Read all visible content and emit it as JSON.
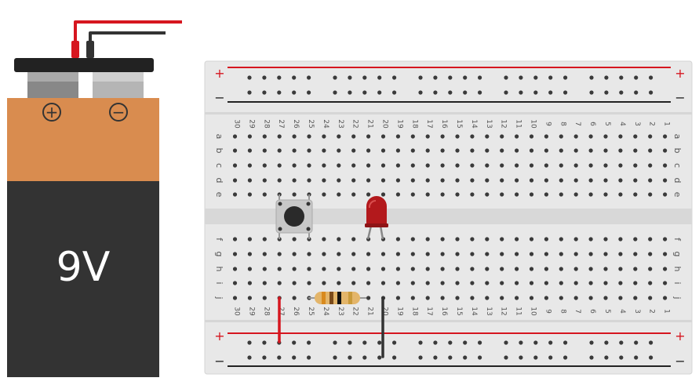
{
  "battery": {
    "voltage_label": "9V",
    "plus_symbol": "+",
    "minus_symbol": "−",
    "colors": {
      "top": "#d98c4f",
      "body": "#333333",
      "cap": "#222222"
    }
  },
  "breadboard": {
    "rail_plus": "+",
    "rail_minus": "−",
    "row_letters_top": [
      "a",
      "b",
      "c",
      "d",
      "e"
    ],
    "row_letters_bottom": [
      "f",
      "g",
      "h",
      "i",
      "j"
    ],
    "column_numbers": [
      "30",
      "29",
      "28",
      "27",
      "26",
      "25",
      "24",
      "23",
      "22",
      "21",
      "20",
      "19",
      "18",
      "17",
      "16",
      "15",
      "14",
      "13",
      "12",
      "11",
      "10",
      "9",
      "8",
      "7",
      "6",
      "5",
      "4",
      "3",
      "2",
      "1"
    ],
    "colors": {
      "board": "#e6e6e6",
      "hole": "#3a3a3a",
      "rail_red": "#d6161f",
      "rail_black": "#222222"
    }
  },
  "components": [
    {
      "type": "pushbutton",
      "icon": "pushbutton-icon"
    },
    {
      "type": "led",
      "color": "#b3191c",
      "icon": "led-icon"
    },
    {
      "type": "resistor",
      "icon": "resistor-icon"
    }
  ],
  "wires": {
    "colors": {
      "red": "#d6161f",
      "black": "#333333"
    }
  }
}
